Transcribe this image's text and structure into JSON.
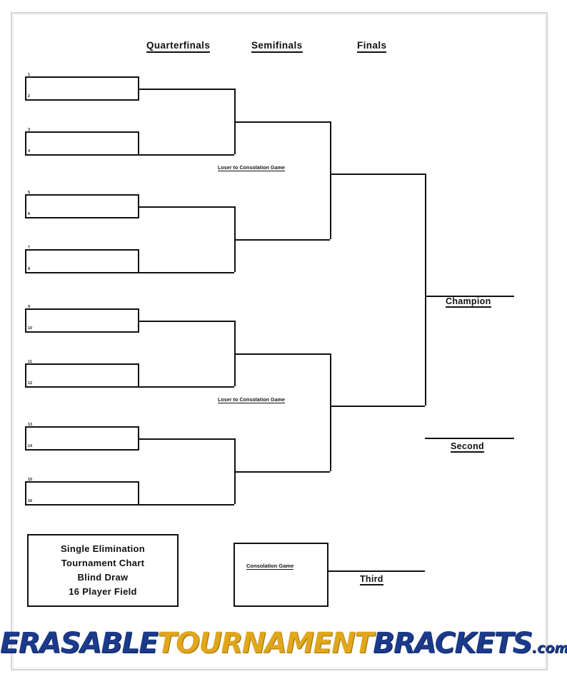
{
  "page": {
    "title": "Single Elimination Tournament Chart - Blind Draw - 16 Player Field"
  },
  "rounds": [
    {
      "label": "Quarterfinals"
    },
    {
      "label": "Semifinals"
    },
    {
      "label": "Finals"
    }
  ],
  "first_round": [
    {
      "seed_top": "1",
      "seed_bottom": "2"
    },
    {
      "seed_top": "3",
      "seed_bottom": "4"
    },
    {
      "seed_top": "5",
      "seed_bottom": "6"
    },
    {
      "seed_top": "7",
      "seed_bottom": "8"
    },
    {
      "seed_top": "9",
      "seed_bottom": "10"
    },
    {
      "seed_top": "11",
      "seed_bottom": "12"
    },
    {
      "seed_top": "13",
      "seed_bottom": "14"
    },
    {
      "seed_top": "15",
      "seed_bottom": "16"
    }
  ],
  "notes": {
    "loser_upper": "Loser to Consolation Game",
    "loser_lower": "Loser to Consolation Game"
  },
  "placements": {
    "champion": "Champion",
    "second": "Second",
    "third": "Third"
  },
  "consolation": {
    "label": "Consolation Game"
  },
  "info_box": {
    "lines": [
      "Single Elimination",
      "Tournament Chart",
      "Blind Draw",
      "16 Player Field"
    ]
  },
  "footer": {
    "part1": "ERASABLE",
    "part2": "TOURNAMENT",
    "part3": "BRACKETS",
    "part4": ".com",
    "colors": {
      "navy": "#1b3a8c",
      "gold": "#e0a61c"
    }
  }
}
